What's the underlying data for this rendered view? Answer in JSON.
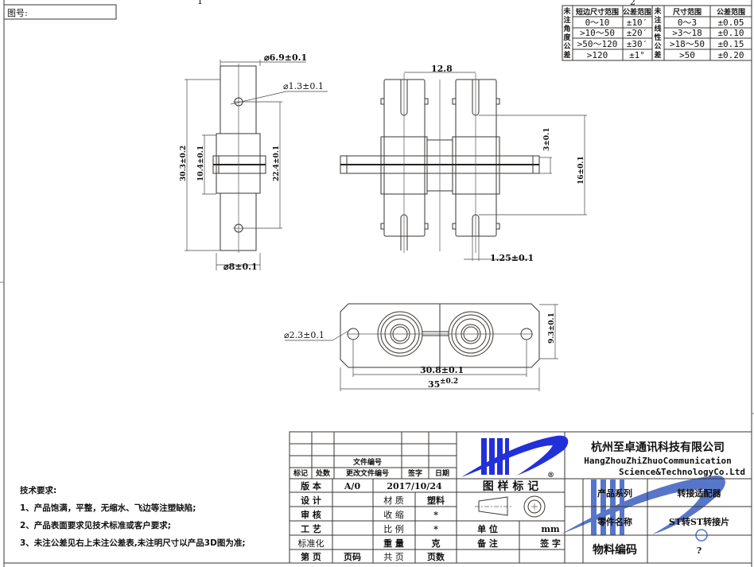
{
  "drawing_number_label": "图号:",
  "zone_markers": [
    "1",
    "2"
  ],
  "tolerance_table": {
    "angle_label": [
      "未",
      "注",
      "角",
      "度",
      "公",
      "差"
    ],
    "linear_label": [
      "未",
      "注",
      "线",
      "性",
      "公",
      "差"
    ],
    "angle_headers": [
      "短边尺寸范围",
      "公差范围"
    ],
    "linear_headers": [
      "尺寸范围",
      "公差范围"
    ],
    "angle_rows": [
      [
        "0～10",
        "±10′"
      ],
      [
        ">10～50",
        "±20′"
      ],
      [
        ">50～120",
        "±30′"
      ],
      [
        ">120",
        "±1°"
      ]
    ],
    "linear_rows": [
      [
        "0～3",
        "±0.05"
      ],
      [
        ">3～18",
        "±0.10"
      ],
      [
        ">18～50",
        "±0.15"
      ],
      [
        ">50",
        "±0.20"
      ]
    ]
  },
  "dimensions": {
    "d69": "⌀6.9±0.1",
    "d13": "⌀1.3±0.1",
    "h303": "30.3±0.2",
    "h104": "10.4±0.1",
    "h224": "22.4±0.1",
    "d8": "⌀8±0.1",
    "w128": "12.8",
    "h3": "3±0.1",
    "h16": "16±0.1",
    "w125": "1.25±0.1",
    "d23": "⌀2.3±0.1",
    "h93": "9.3±0.1",
    "w308": "30.8±0.1",
    "w35": "35",
    "w35_tol": "±0.2"
  },
  "tech_notes": {
    "title": "技术要求:",
    "items": [
      "1、产品饱满，平整，无缩水、飞边等注塑缺陷;",
      "2、产品表面要求见技术标准或客户要求;",
      "3、未注公差见右上未注公差表,未注明尺寸以产品3D图为准;"
    ]
  },
  "title_block": {
    "file_no": "文件编号",
    "rev_headers": [
      "标记",
      "处数",
      "更改文件编号",
      "签字",
      "日期"
    ],
    "version_label": "版 本",
    "version": "A/0",
    "date": "2017/10/24",
    "pattern_mark": "图 样 标 记",
    "design": "设 计",
    "review": "审 核",
    "process": "工 艺",
    "standard": "标准化",
    "page": "第 页",
    "page_code": "页码",
    "material_label": "材 质",
    "material": "塑料",
    "shrink_label": "收 缩",
    "shrink": "*",
    "scale_label": "比 例",
    "scale": "*",
    "weight_label": "重 量",
    "weight_unit": "克",
    "total_label": "共 页",
    "total": "页数",
    "unit_label": "单 位",
    "unit": "mm",
    "remark_label": "备 注",
    "sign_label": "签 字",
    "company_cn": "杭州至卓通讯科技有限公司",
    "company_en1": "HangZhouZhiZhuoCommunication",
    "company_en2": "Science&TechnologyCo.Ltd",
    "series_label": "产品系列",
    "series": "转接适配器",
    "part_label": "零件名称",
    "part": "ST转ST转接片",
    "code_label": "物料编码",
    "code": "?",
    "registered": "®"
  },
  "colors": {
    "logo_blue": "#2230d8",
    "watermark_blue": "#3a5fc0"
  }
}
